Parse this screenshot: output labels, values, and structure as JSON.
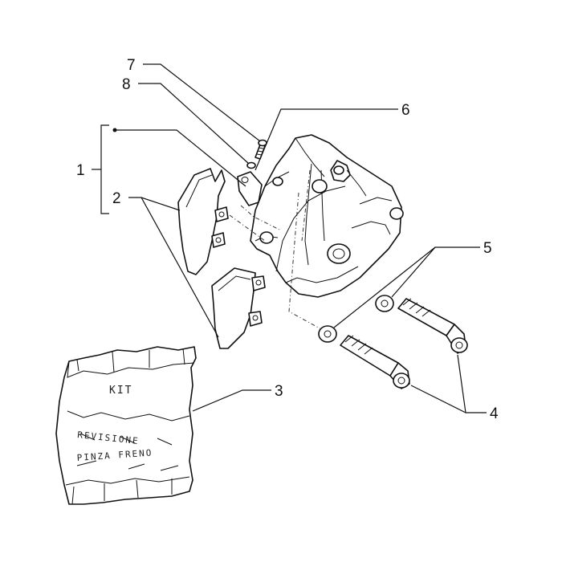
{
  "callouts": [
    {
      "id": "1",
      "label": "1"
    },
    {
      "id": "2",
      "label": "2"
    },
    {
      "id": "3",
      "label": "3"
    },
    {
      "id": "4",
      "label": "4"
    },
    {
      "id": "5",
      "label": "5"
    },
    {
      "id": "6",
      "label": "6"
    },
    {
      "id": "7",
      "label": "7"
    },
    {
      "id": "8",
      "label": "8"
    }
  ],
  "kit_bag": {
    "line1": "KIT",
    "line2": "REVISIONE",
    "line3": "PINZA FRENO"
  }
}
